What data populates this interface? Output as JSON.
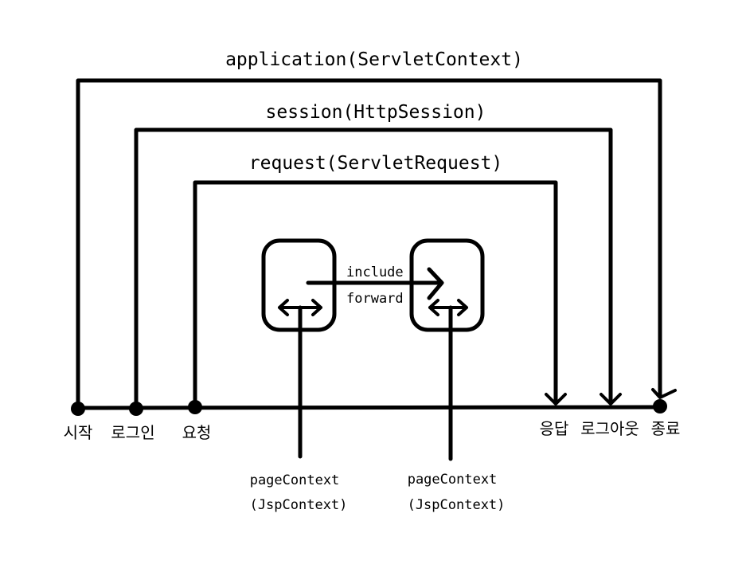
{
  "scopes": {
    "application": "application(ServletContext)",
    "session": "session(HttpSession)",
    "request": "request(ServletRequest)"
  },
  "arrow_labels": {
    "include": "include",
    "forward": "forward"
  },
  "page_contexts": {
    "left": {
      "line1": "pageContext",
      "line2": "(JspContext)"
    },
    "right": {
      "line1": "pageContext",
      "line2": "(JspContext)"
    }
  },
  "timeline": {
    "start": "시작",
    "login": "로그인",
    "request": "요청",
    "response": "응답",
    "logout": "로그아웃",
    "end": "종료"
  }
}
